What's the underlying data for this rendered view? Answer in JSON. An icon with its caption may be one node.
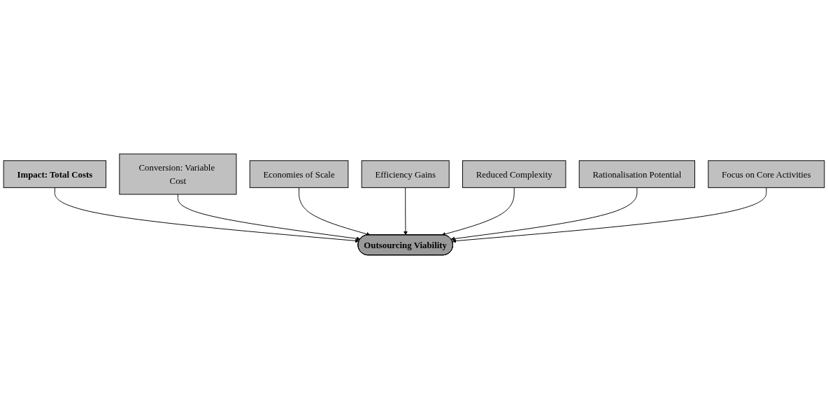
{
  "diagram": {
    "nodes": [
      {
        "text": [
          "Impact: Total Costs"
        ]
      },
      {
        "text": [
          "Conversion: Variable Cost"
        ]
      },
      {
        "text": [
          "Economies of Scale"
        ]
      },
      {
        "text": [
          "Efficiency Gains"
        ]
      },
      {
        "text": [
          "Outsourcing Viability"
        ]
      },
      {
        "text": [
          "Reduced Complexity"
        ]
      },
      {
        "text": [
          "Rationalisation Potential"
        ]
      },
      {
        "text": [
          "Focus on Core Activities"
        ]
      }
    ],
    "edges": [
      {
        "from": 0,
        "to": 4,
        "arrow": "to"
      },
      {
        "from": 1,
        "to": 4,
        "arrow": "to"
      },
      {
        "from": 2,
        "to": 4,
        "arrow": "to"
      },
      {
        "from": 3,
        "to": 4,
        "arrow": "to"
      },
      {
        "from": 5,
        "to": 4,
        "arrow": "to"
      },
      {
        "from": 6,
        "to": 4,
        "arrow": "to"
      },
      {
        "from": 7,
        "to": 4,
        "arrow": "to"
      }
    ]
  }
}
